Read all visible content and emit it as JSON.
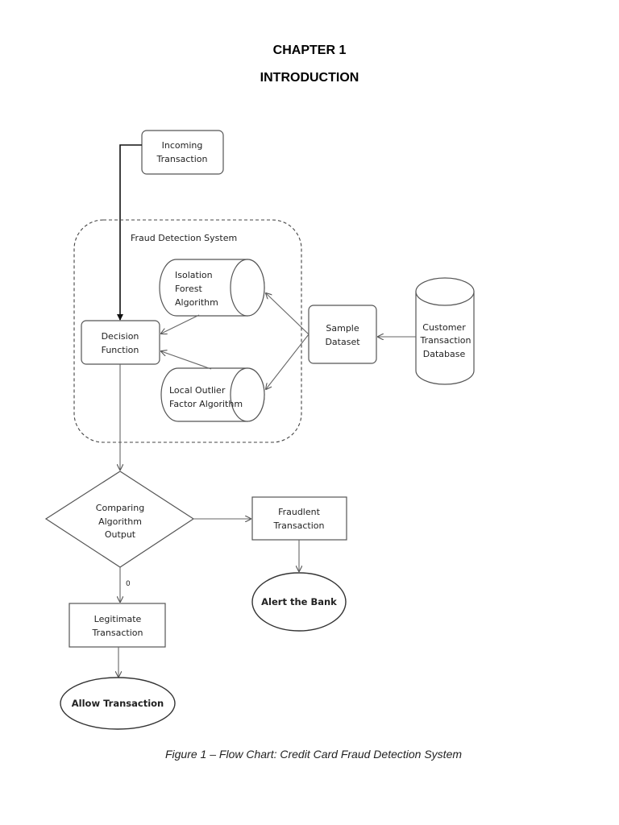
{
  "document": {
    "chapter": "CHAPTER 1",
    "title": "INTRODUCTION",
    "caption": "Figure 1 – Flow Chart: Credit Card Fraud Detection System"
  },
  "flowchart": {
    "incoming": [
      "Incoming",
      "Transaction"
    ],
    "system_label": "Fraud Detection System",
    "isolation_forest": [
      "Isolation",
      "Forest",
      "Algorithm"
    ],
    "lof": [
      "Local Outlier",
      "Factor Algorithm"
    ],
    "decision": [
      "Decision",
      "Function"
    ],
    "sample": [
      "Sample",
      "Dataset"
    ],
    "database": [
      "Customer",
      "Transaction",
      "Database"
    ],
    "comparing": [
      "Comparing",
      "Algorithm",
      "Output"
    ],
    "fraudulent": [
      "Fraudlent",
      "Transaction"
    ],
    "alert": "Alert the Bank",
    "zero_label": "0",
    "legitimate": [
      "Legitimate",
      "Transaction"
    ],
    "allow": "Allow Transaction"
  }
}
